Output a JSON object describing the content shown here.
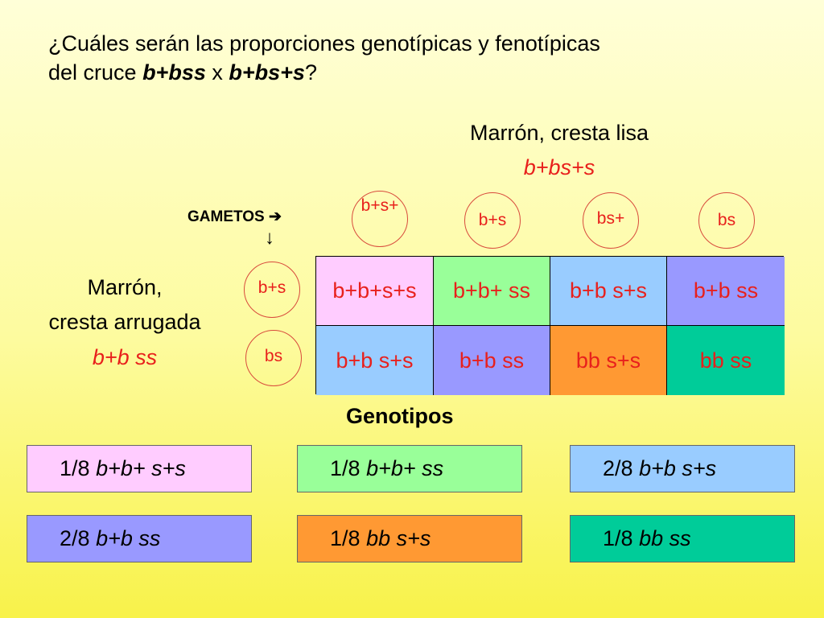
{
  "question": {
    "line1": "¿Cuáles serán las proporciones genotípicas y fenotípicas",
    "line2_prefix": "del cruce ",
    "parent1": "b+bss",
    "cross_x": " x ",
    "parent2": "b+bs+s",
    "suffix": "?"
  },
  "top_parent": {
    "phenotype": "Marrón, cresta lisa",
    "genotype": "b+bs+s"
  },
  "left_parent": {
    "phenotype_line1": "Marrón,",
    "phenotype_line2": "cresta arrugada",
    "genotype": "b+b ss"
  },
  "gametos_label": "GAMETOS",
  "arrow_right": "➔",
  "arrow_down": "↓",
  "top_gametes": [
    "b+s+",
    "b+s",
    "bs+",
    "bs"
  ],
  "left_gametes": [
    "b+s",
    "bs"
  ],
  "punnett": {
    "row1": [
      {
        "text": "b+b+s+s",
        "color": "#ffccff"
      },
      {
        "text": "b+b+ ss",
        "color": "#99ff99"
      },
      {
        "text": "b+b s+s",
        "color": "#99ccff"
      },
      {
        "text": "b+b ss",
        "color": "#9999ff"
      }
    ],
    "row2": [
      {
        "text": "b+b s+s",
        "color": "#99ccff"
      },
      {
        "text": "b+b ss",
        "color": "#9999ff"
      },
      {
        "text": "bb s+s",
        "color": "#ff9933"
      },
      {
        "text": "bb ss",
        "color": "#00cc99"
      }
    ]
  },
  "genotipos_title": "Genotipos",
  "summary": [
    {
      "fraction": "1/8",
      "genotype": "b+b+ s+s",
      "color": "#ffccff"
    },
    {
      "fraction": "1/8",
      "genotype": "b+b+ ss",
      "color": "#99ff99"
    },
    {
      "fraction": "2/8",
      "genotype": "b+b s+s",
      "color": "#99ccff"
    },
    {
      "fraction": "2/8",
      "genotype": "b+b ss",
      "color": "#9999ff"
    },
    {
      "fraction": "1/8",
      "genotype": "bb s+s",
      "color": "#ff9933"
    },
    {
      "fraction": "1/8",
      "genotype": "bb ss",
      "color": "#00cc99"
    }
  ]
}
